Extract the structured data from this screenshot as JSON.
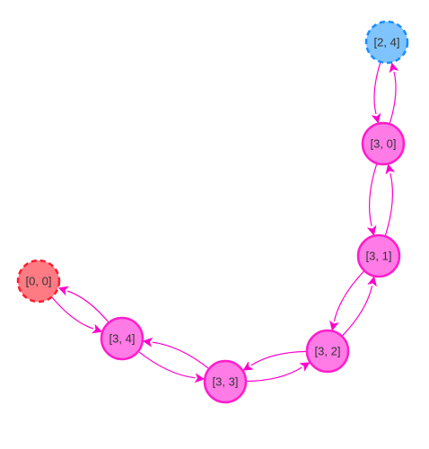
{
  "colors": {
    "edge": "#ff00cc",
    "node_fill": "#ff7be6",
    "node_stroke": "#ff1dcb",
    "start_fill": "#ff7b84",
    "start_stroke": "#ff1a2e",
    "goal_fill": "#7fc4ff",
    "goal_stroke": "#1a8cff"
  },
  "nodes": [
    {
      "id": "n00",
      "label": "[0, 0]",
      "kind": "start"
    },
    {
      "id": "n34",
      "label": "[3, 4]",
      "kind": "normal"
    },
    {
      "id": "n33",
      "label": "[3, 3]",
      "kind": "normal"
    },
    {
      "id": "n32",
      "label": "[3, 2]",
      "kind": "normal"
    },
    {
      "id": "n31",
      "label": "[3, 1]",
      "kind": "normal"
    },
    {
      "id": "n30",
      "label": "[3, 0]",
      "kind": "normal"
    },
    {
      "id": "n24",
      "label": "[2, 4]",
      "kind": "goal"
    }
  ],
  "edges": [
    {
      "from": "n00",
      "to": "n34"
    },
    {
      "from": "n34",
      "to": "n00"
    },
    {
      "from": "n34",
      "to": "n33"
    },
    {
      "from": "n33",
      "to": "n34"
    },
    {
      "from": "n33",
      "to": "n32"
    },
    {
      "from": "n32",
      "to": "n33"
    },
    {
      "from": "n32",
      "to": "n31"
    },
    {
      "from": "n31",
      "to": "n32"
    },
    {
      "from": "n31",
      "to": "n30"
    },
    {
      "from": "n30",
      "to": "n31"
    },
    {
      "from": "n30",
      "to": "n24"
    },
    {
      "from": "n24",
      "to": "n30"
    }
  ]
}
